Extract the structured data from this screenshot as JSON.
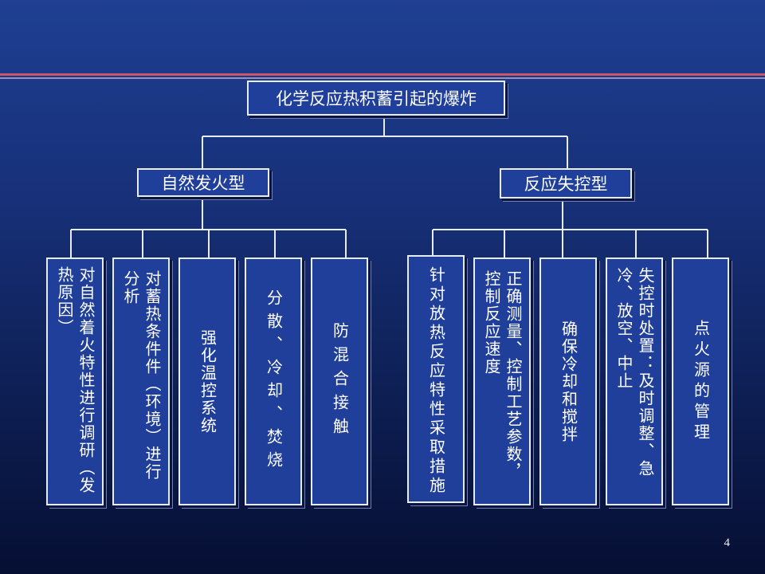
{
  "root": "化学反应热积蓄引起的爆炸",
  "left_branch": {
    "label": "自然发火型",
    "children": [
      "对自然着火特性进行调研（发热原因）",
      "对蓄热条件件（环境）进行分析",
      "强化温控系统",
      "分散、冷却、焚烧",
      "防混合接触"
    ]
  },
  "right_branch": {
    "label": "反应失控型",
    "children": [
      "针对放热反应特性采取措施",
      "正确测量、控制工艺参数，控制反应速度",
      "确保冷却和搅拌",
      "失控时处置：及时调整、急冷、放空、中止",
      "点火源的管理"
    ]
  },
  "page_number": "4",
  "colors": {
    "background": "#1a3580",
    "box_fill": "#1f3f9a",
    "box_border": "#e8ecf4",
    "rule_red": "#c9566a"
  }
}
